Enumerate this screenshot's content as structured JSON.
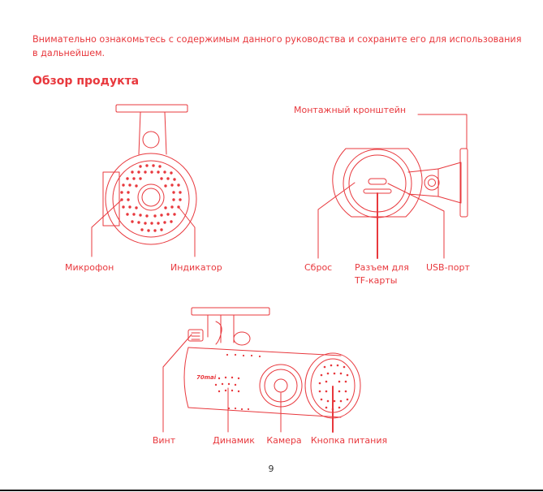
{
  "intro": "Внимательно ознакомьтесь с содержимым данного руководства и сохраните его для использования в дальнейшем.",
  "section_title": "Обзор продукта",
  "labels": {
    "mount": "Монтажный кронштейн",
    "microphone": "Микрофон",
    "indicator": "Индикатор",
    "reset": "Сброс",
    "tf_slot": "Разъем для TF-карты",
    "usb": "USB-порт",
    "screw": "Винт",
    "speaker": "Динамик",
    "camera": "Камера",
    "power": "Кнопка питания"
  },
  "logo_text": "70mai",
  "page_number": "9",
  "colors": {
    "accent": "#e8383d",
    "text": "#333333"
  }
}
